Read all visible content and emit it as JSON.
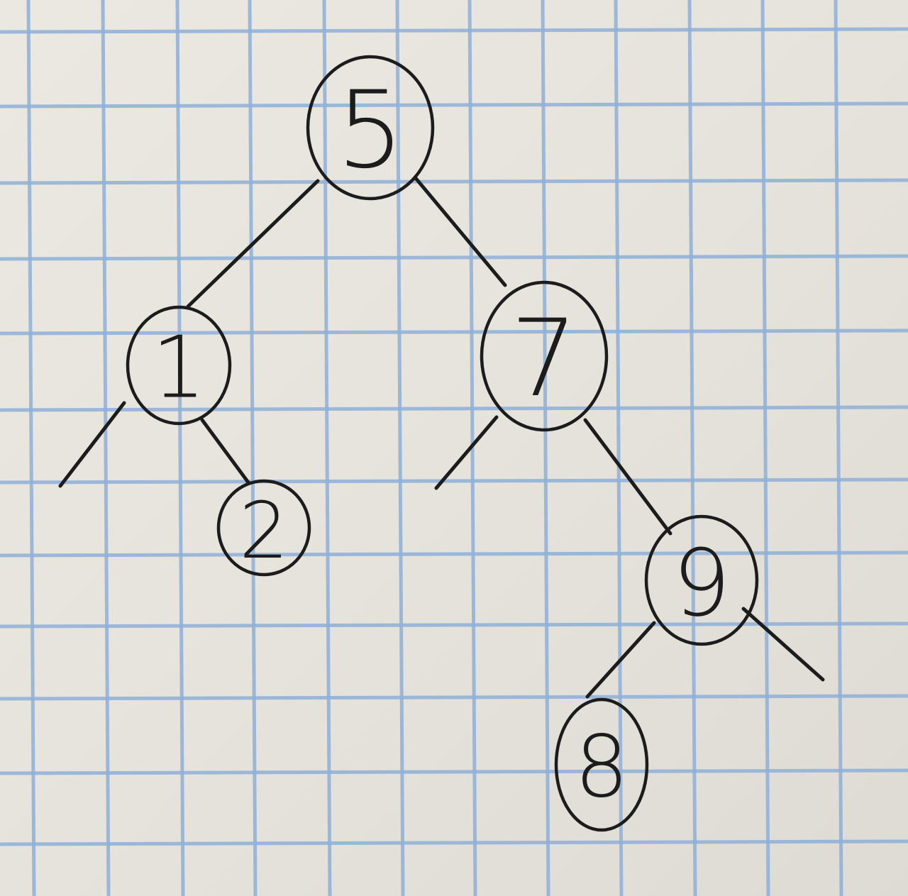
{
  "diagram": {
    "type": "binary-tree",
    "ink_color": "#1c1c1c",
    "grid_color": "#8fb0d8",
    "paper_color": "#e9e6df",
    "nodes": [
      {
        "id": "n5",
        "label": "5"
      },
      {
        "id": "n1",
        "label": "1"
      },
      {
        "id": "n7",
        "label": "7"
      },
      {
        "id": "n2",
        "label": "2"
      },
      {
        "id": "n9",
        "label": "9"
      },
      {
        "id": "n8",
        "label": "8"
      }
    ],
    "edges": [
      {
        "from": "n5",
        "to": "n1"
      },
      {
        "from": "n5",
        "to": "n7"
      },
      {
        "from": "n1",
        "to": "null"
      },
      {
        "from": "n1",
        "to": "n2"
      },
      {
        "from": "n7",
        "to": "null"
      },
      {
        "from": "n7",
        "to": "n9"
      },
      {
        "from": "n9",
        "to": "n8"
      },
      {
        "from": "n9",
        "to": "null"
      }
    ]
  }
}
